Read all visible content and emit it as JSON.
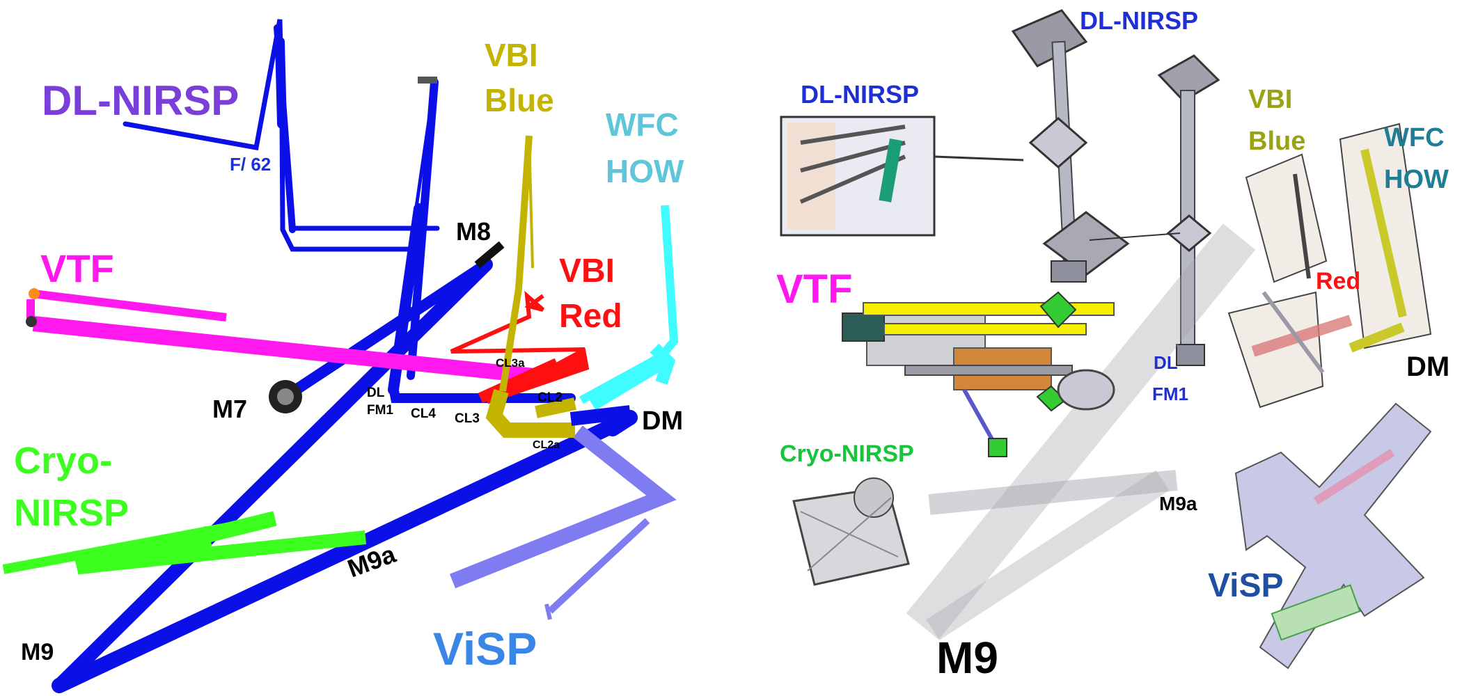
{
  "colors": {
    "dl_nirsp": "#7a3fd9",
    "dl_nirsp_right": "#1f2fd6",
    "beam_blue": "#0b10e6",
    "vbi_blue": "#c2b400",
    "vbi_blue_right": "#9aa314",
    "wfc": "#3ec8e0",
    "wfc_right": "#1f7d96",
    "vtf": "#ff19ef",
    "vbi_red": "#ff1010",
    "cryo": "#3cff20",
    "cryo_right": "#18c43c",
    "visp": "#3a86e6",
    "visp_right": "#1f4fa0",
    "visp_beam": "#7f7cf2",
    "black": "#000000"
  },
  "left_diagram": {
    "labels": {
      "dl_nirsp": "DL-NIRSP",
      "f62": "F/ 62",
      "vbi_blue_1": "VBI",
      "vbi_blue_2": "Blue",
      "wfc_1": "WFC",
      "wfc_2": "HOW",
      "m8": "M8",
      "vtf": "VTF",
      "vbi_red_1": "VBI",
      "vbi_red_2": "Red",
      "cl3a": "CL3a",
      "m7": "M7",
      "dl_fm1_1": "DL",
      "dl_fm1_2": "FM1",
      "cl4": "CL4",
      "cl3": "CL3",
      "cl2": "CL2",
      "cl2a": "CL2a",
      "dm": "DM",
      "cryo_1": "Cryo-",
      "cryo_2": "NIRSP",
      "m9a": "M9a",
      "m9": "M9",
      "visp": "ViSP"
    }
  },
  "right_diagram": {
    "labels": {
      "dl_nirsp_top": "DL-NIRSP",
      "dl_nirsp_left": "DL-NIRSP",
      "vbi_blue_1": "VBI",
      "vbi_blue_2": "Blue",
      "wfc_1": "WFC",
      "wfc_2": "HOW",
      "vtf": "VTF",
      "red": "Red",
      "dl_fm1_1": "DL",
      "dl_fm1_2": "FM1",
      "dm": "DM",
      "cryo": "Cryo-NIRSP",
      "m9a": "M9a",
      "visp": "ViSP",
      "m9": "M9"
    }
  }
}
